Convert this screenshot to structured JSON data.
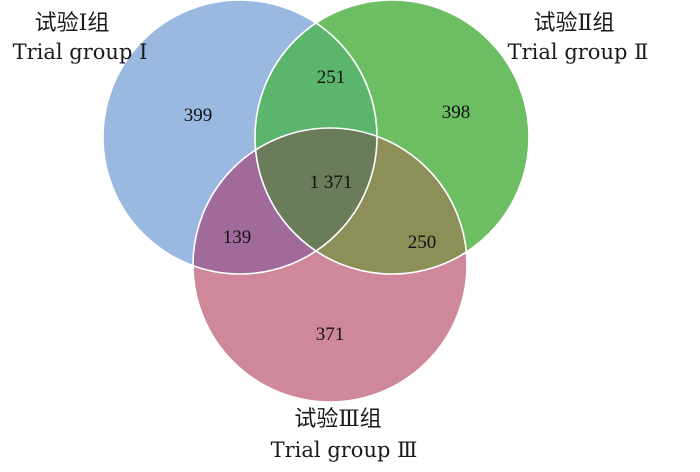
{
  "sets": [
    {
      "id": "A",
      "title_cn": "试验Ⅰ组",
      "title_en": "Trial group Ⅰ",
      "color": "#9bb8e0"
    },
    {
      "id": "B",
      "title_cn": "试验Ⅱ组",
      "title_en": "Trial group Ⅱ",
      "color": "#6dbe62"
    },
    {
      "id": "C",
      "title_cn": "试验Ⅲ组",
      "title_en": "Trial group Ⅲ",
      "color": "#cf889a"
    }
  ],
  "regions": [
    {
      "sets": [
        "A"
      ],
      "value": "399"
    },
    {
      "sets": [
        "B"
      ],
      "value": "398"
    },
    {
      "sets": [
        "C"
      ],
      "value": "371"
    },
    {
      "sets": [
        "A",
        "B"
      ],
      "value": "251"
    },
    {
      "sets": [
        "A",
        "C"
      ],
      "value": "139"
    },
    {
      "sets": [
        "B",
        "C"
      ],
      "value": "250"
    },
    {
      "sets": [
        "A",
        "B",
        "C"
      ],
      "value": "1 371"
    }
  ],
  "colors": {
    "A_only": "#9bb8e0",
    "B_only": "#6dbe62",
    "C_only": "#cf889a",
    "AB": "#5cb56c",
    "AC": "#a06a9b",
    "BC": "#8d8f59",
    "ABC": "#6a7c5a",
    "outline": "#ffffff"
  }
}
